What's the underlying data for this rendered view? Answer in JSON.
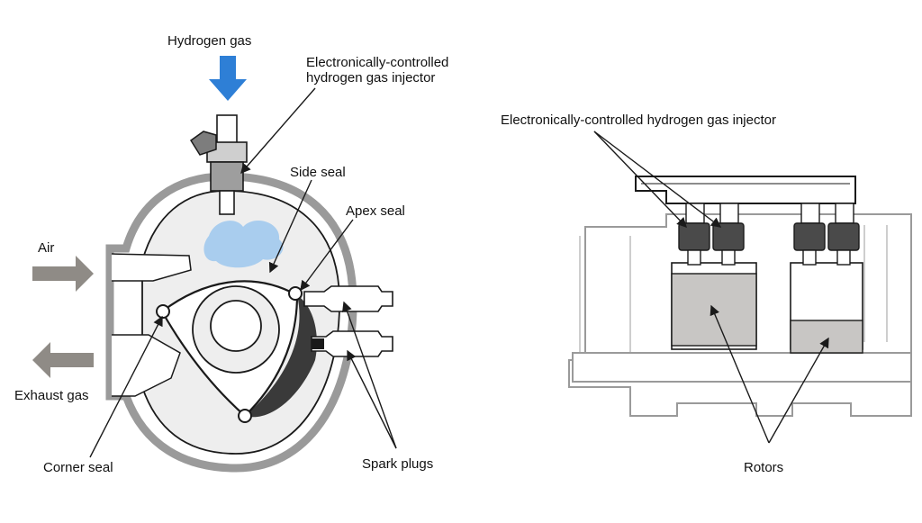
{
  "labels": {
    "hydrogen_gas": "Hydrogen gas",
    "injector_line1": "Electronically-controlled",
    "injector_line2": "hydrogen gas injector",
    "side_seal": "Side seal",
    "apex_seal": "Apex seal",
    "air": "Air",
    "exhaust_gas": "Exhaust gas",
    "corner_seal": "Corner seal",
    "spark_plugs": "Spark plugs",
    "injector_right": "Electronically-controlled hydrogen gas injector",
    "rotors": "Rotors"
  },
  "colors": {
    "hydrogen_arrow": "#2e7fd6",
    "hydrogen_cloud": "#a9cdee",
    "flow_arrow": "#8f8b86",
    "housing_fill": "#eeeeee",
    "rotor_fill": "#c8c6c4",
    "outline": "#1a1a1a"
  }
}
